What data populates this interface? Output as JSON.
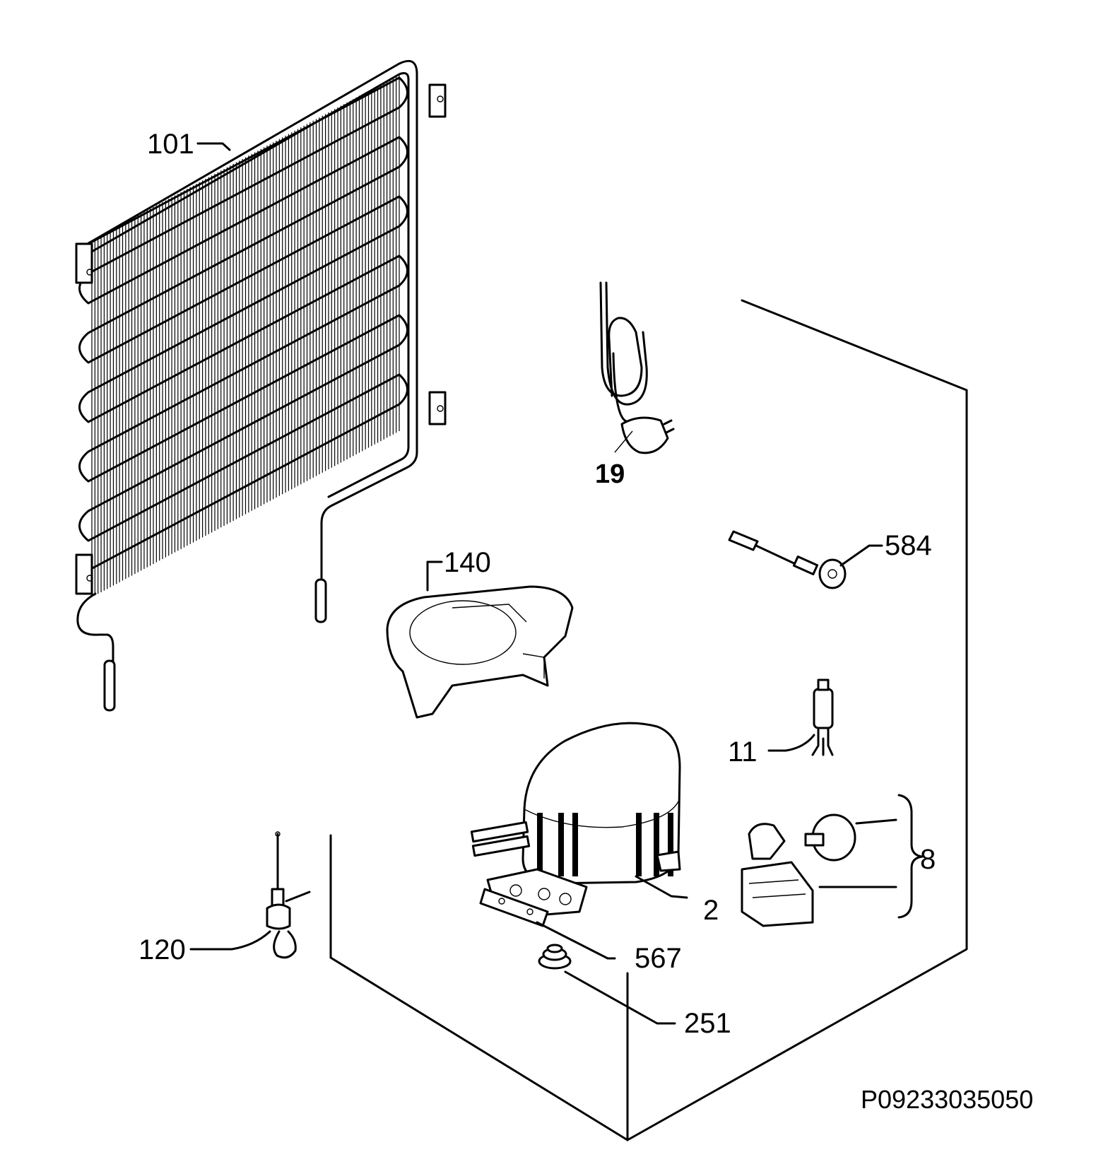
{
  "diagram": {
    "parts": [
      {
        "id": "part-101",
        "label": "101"
      },
      {
        "id": "part-19",
        "label": "19"
      },
      {
        "id": "part-584",
        "label": "584"
      },
      {
        "id": "part-140",
        "label": "140"
      },
      {
        "id": "part-11",
        "label": "11"
      },
      {
        "id": "part-8",
        "label": "8"
      },
      {
        "id": "part-2",
        "label": "2"
      },
      {
        "id": "part-120",
        "label": "120"
      },
      {
        "id": "part-567",
        "label": "567"
      },
      {
        "id": "part-251",
        "label": "251"
      }
    ],
    "document_id": "P09233035050"
  }
}
